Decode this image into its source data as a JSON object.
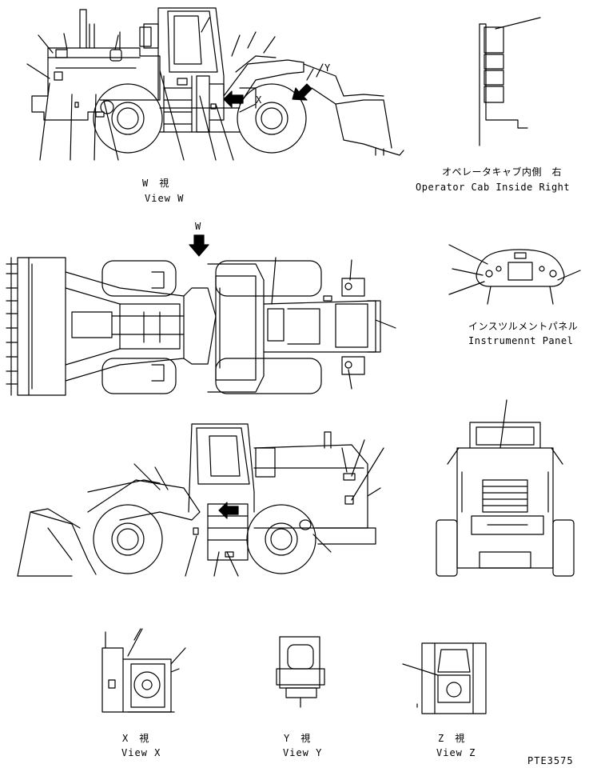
{
  "labels": {
    "view_w_jp": "W　視",
    "view_w": "View W",
    "cab_jp": "オペレータキャブ内側　右",
    "cab_en": "Operator Cab Inside Right",
    "arrow_w": "W",
    "panel_jp": "インスツルメントパネル",
    "panel_en": "Instrumennt Panel",
    "view_x_jp": "X　視",
    "view_x": "View X",
    "view_y_jp": "Y　視",
    "view_y": "View Y",
    "view_z_jp": "Z　視",
    "view_z": "View Z",
    "letter_y": "Y",
    "letter_x": "X",
    "drawing_no": "PTE3575"
  },
  "colors": {
    "line": "#000000",
    "paper": "#ffffff"
  }
}
